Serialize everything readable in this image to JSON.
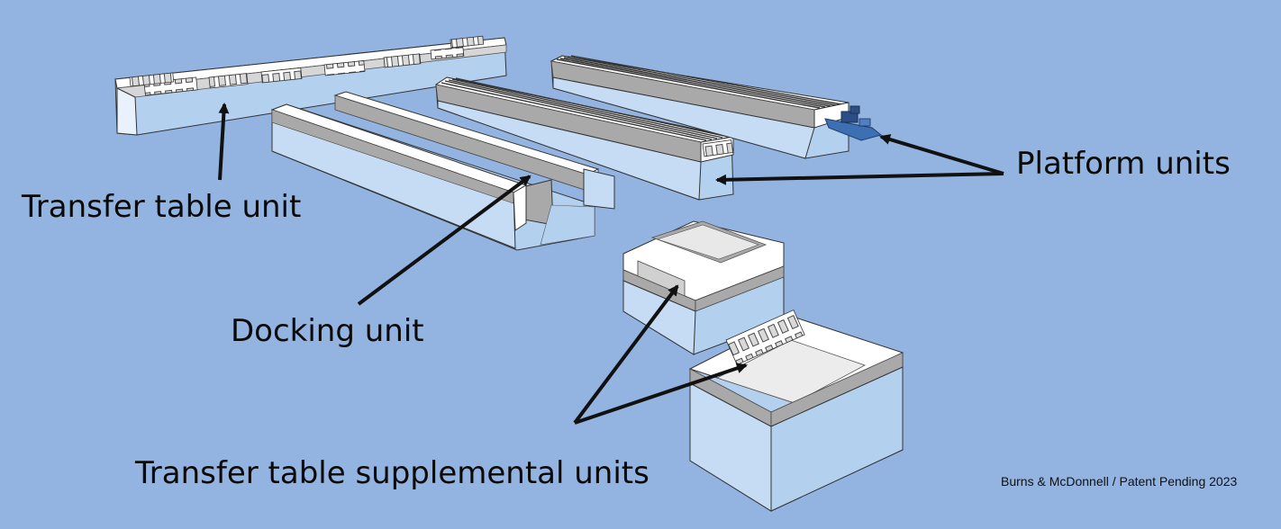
{
  "labels": {
    "transfer_table_unit": "Transfer table unit",
    "docking_unit": "Docking unit",
    "platform_units": "Platform units",
    "supplemental_units": "Transfer table supplemental units"
  },
  "credit": "Burns & McDonnell / Patent Pending 2023",
  "colors": {
    "background": "#93b4e0",
    "water": "#b4d0ef",
    "concrete_top": "#ffffff",
    "concrete_shade": "#a9a9a9",
    "vessel": "#3d6fb3",
    "arrow": "#111111"
  }
}
